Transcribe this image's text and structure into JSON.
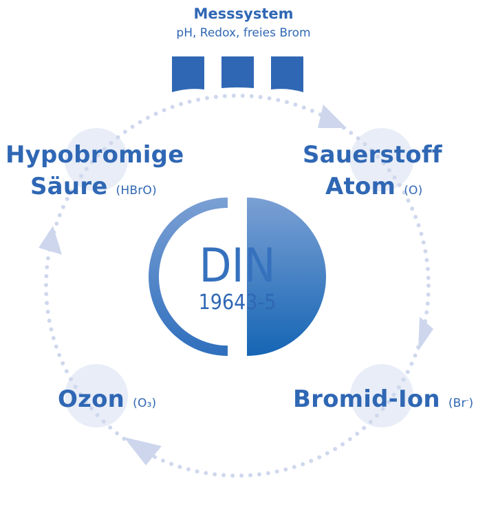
{
  "measurement": {
    "title": "Messsystem",
    "subtitle": "pH, Redox, freies Brom"
  },
  "cycle": {
    "hypobromous_line1": "Hypobromige",
    "hypobromous_line2": "Säure",
    "hypobromous_formula": "(HBrO)",
    "oxygen_line1": "Sauerstoff",
    "oxygen_line2": "Atom",
    "oxygen_formula": "(O)",
    "ozone_name": "Ozon",
    "ozone_formula": "(O₃)",
    "bromide_name": "Bromid-Ion",
    "bromide_formula_open": "(Br",
    "bromide_formula_sup": "-",
    "bromide_formula_close": ")"
  },
  "badge": {
    "line1": "DIN",
    "line2": "19643-5"
  },
  "colors": {
    "primary": "#2f67b4",
    "dots": "#cfd8ec",
    "arrows": "#cdd6ec",
    "circles": "#e8edf7",
    "gradient_light": "#7ba0d4",
    "gradient_dark": "#1565b4"
  }
}
